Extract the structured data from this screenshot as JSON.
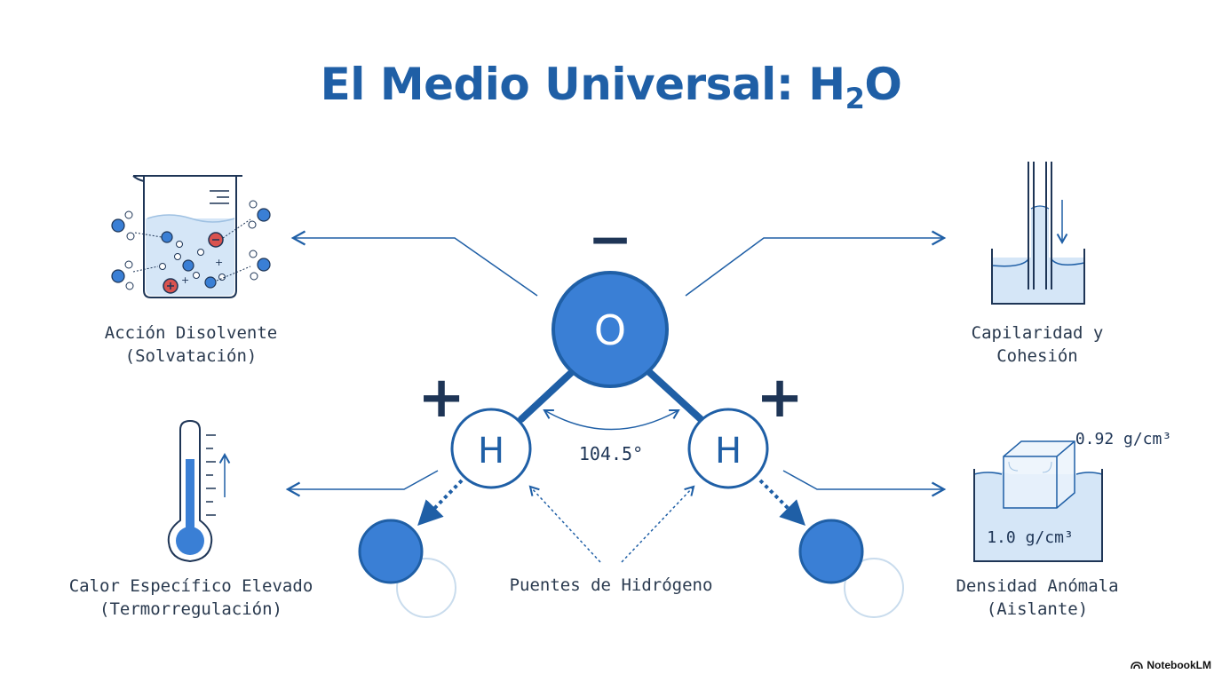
{
  "title": {
    "main": "El Medio Universal: H",
    "sub": "2",
    "tail": "O"
  },
  "molecule": {
    "oxygen": "O",
    "hydrogen_left": "H",
    "hydrogen_right": "H",
    "charge_negative": "−",
    "charge_positive_left": "+",
    "charge_positive_right": "+",
    "angle": "104.5°",
    "bonds_caption": "Puentes de Hidrógeno"
  },
  "properties": {
    "solvent": {
      "line1": "Acción Disolvente",
      "line2": "(Solvatación)"
    },
    "capillarity": {
      "line1": "Capilaridad y",
      "line2": "Cohesión"
    },
    "heat": {
      "line1": "Calor Específico Elevado",
      "line2": "(Termorregulación)"
    },
    "density": {
      "line1": "Densidad Anómala",
      "line2": "(Aislante)",
      "ice_density": "0.92 g/cm³",
      "water_density": "1.0 g/cm³"
    }
  },
  "icons": [
    "beaker-icon",
    "capillary-tube-icon",
    "thermometer-icon",
    "ice-cube-icon"
  ],
  "colors": {
    "primary": "#1f5fa6",
    "atom_fill": "#3a7fd5",
    "light_blue": "#d5e6f7",
    "red_ion": "#d9534f",
    "dark_text": "#2a3a4f"
  },
  "brand": {
    "name": "NotebookLM"
  }
}
